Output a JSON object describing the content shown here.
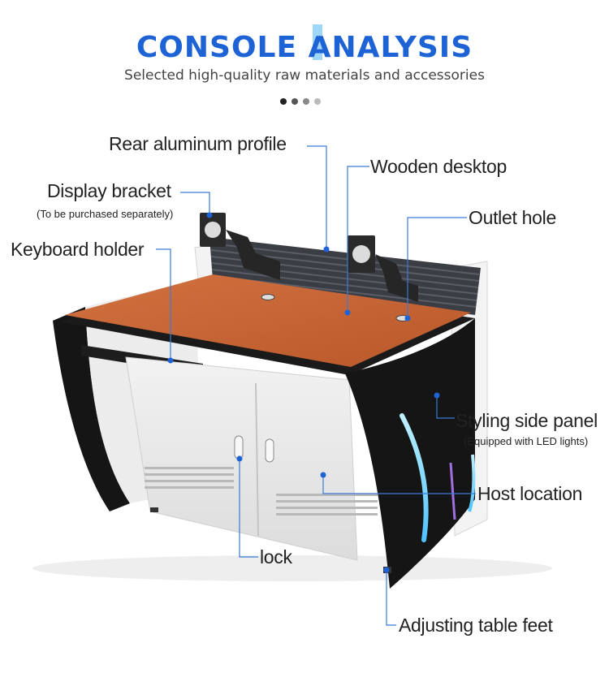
{
  "header": {
    "title": "CONSOLE ANALYSIS",
    "subtitle": "Selected high-quality raw materials and accessories",
    "dots": [
      "#222222",
      "#555555",
      "#888888",
      "#bbbbbb"
    ]
  },
  "callouts": {
    "rear_profile": "Rear aluminum profile",
    "wooden_desktop": "Wooden desktop",
    "display_bracket": "Display bracket",
    "display_bracket_note": "(To be purchased separately)",
    "outlet_hole": "Outlet hole",
    "keyboard_holder": "Keyboard holder",
    "styling_side_panel": "Styling side panel",
    "styling_side_panel_note": "(Equipped with LED lights)",
    "host_location": "Host location",
    "lock": "lock",
    "adjusting_feet": "Adjusting table feet"
  },
  "colors": {
    "accent": "#1e63d6",
    "line": "#3a7bd5",
    "desktop": "#c8652f",
    "panel": "#151515",
    "led": "#6fd3ff"
  }
}
